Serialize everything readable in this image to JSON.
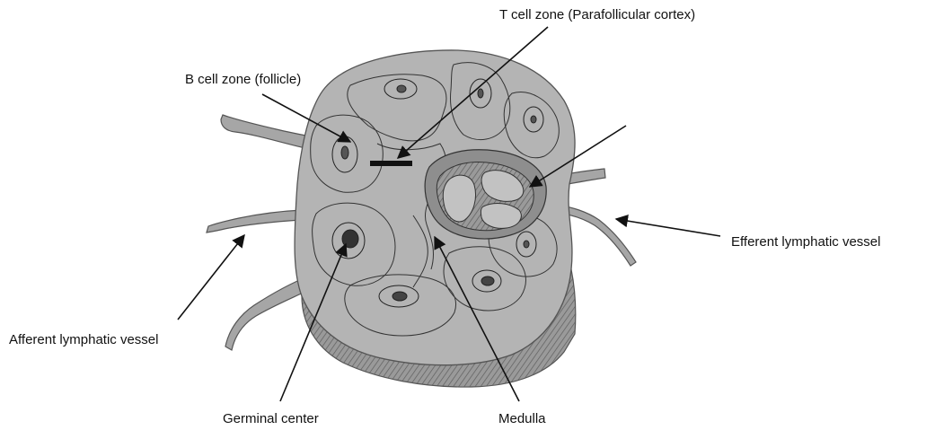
{
  "labels": {
    "t_cell_zone": "T cell zone (Parafollicular cortex)",
    "b_cell_zone": "B cell zone (follicle)",
    "efferent_vessel": "Efferent lymphatic vessel",
    "afferent_vessel": "Afferent lymphatic vessel",
    "germinal_center": "Germinal center",
    "medulla": "Medulla"
  },
  "colors": {
    "node_fill": "#b4b4b4",
    "node_dark": "#5a5a5a",
    "vessel_fill": "#a8a8a8",
    "arrow": "#111111",
    "background": "#ffffff"
  }
}
